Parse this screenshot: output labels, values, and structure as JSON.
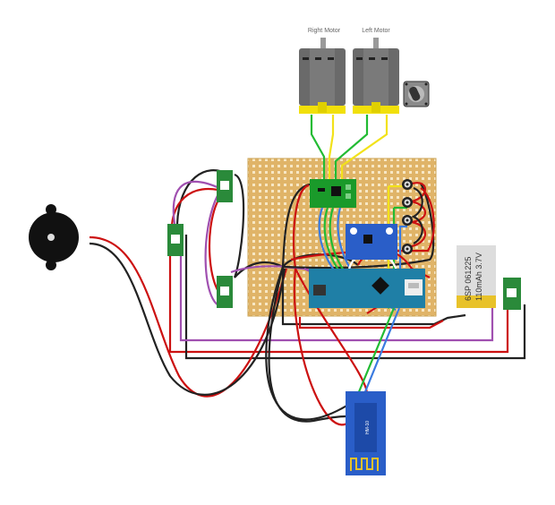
{
  "diagram": {
    "type": "fritzing-breadboard-circuit",
    "colors": {
      "stripboard": "#e0b468",
      "stripboard_hole": "#f7e7c4",
      "wire_red": "#cc1111",
      "wire_black": "#222222",
      "wire_green": "#22bb33",
      "wire_yellow": "#f2e21a",
      "wire_blue": "#3a7be0",
      "wire_purple": "#a050b0",
      "wire_white": "#ffffff",
      "motor_body": "#6a6a6a",
      "motor_cap": "#f1e00a",
      "arduino": "#1f7fa6",
      "motor_driver": "#1a9a2a",
      "imu": "#2a5ec8",
      "bluetooth": "#2a5ec8",
      "led_board": "#2a8a3a",
      "battery_body": "#dddddd",
      "battery_band": "#e8c22a",
      "buzzer": "#111111"
    },
    "components": {
      "right_motor": {
        "label": "Right Motor"
      },
      "left_motor": {
        "label": "Left Motor"
      },
      "potentiometer": {
        "label": ""
      },
      "motor_driver": {
        "label": ""
      },
      "imu_module": {
        "label": ""
      },
      "arduino_nano": {
        "label": ""
      },
      "trimmers": {
        "count": 4
      },
      "battery": {
        "line1": "6SP 061225",
        "line2": "110mAh 3.7V"
      },
      "bluetooth_module": {
        "label": "HM-10"
      },
      "led_boards": {
        "count": 4
      },
      "buzzer": {
        "label": ""
      }
    }
  }
}
